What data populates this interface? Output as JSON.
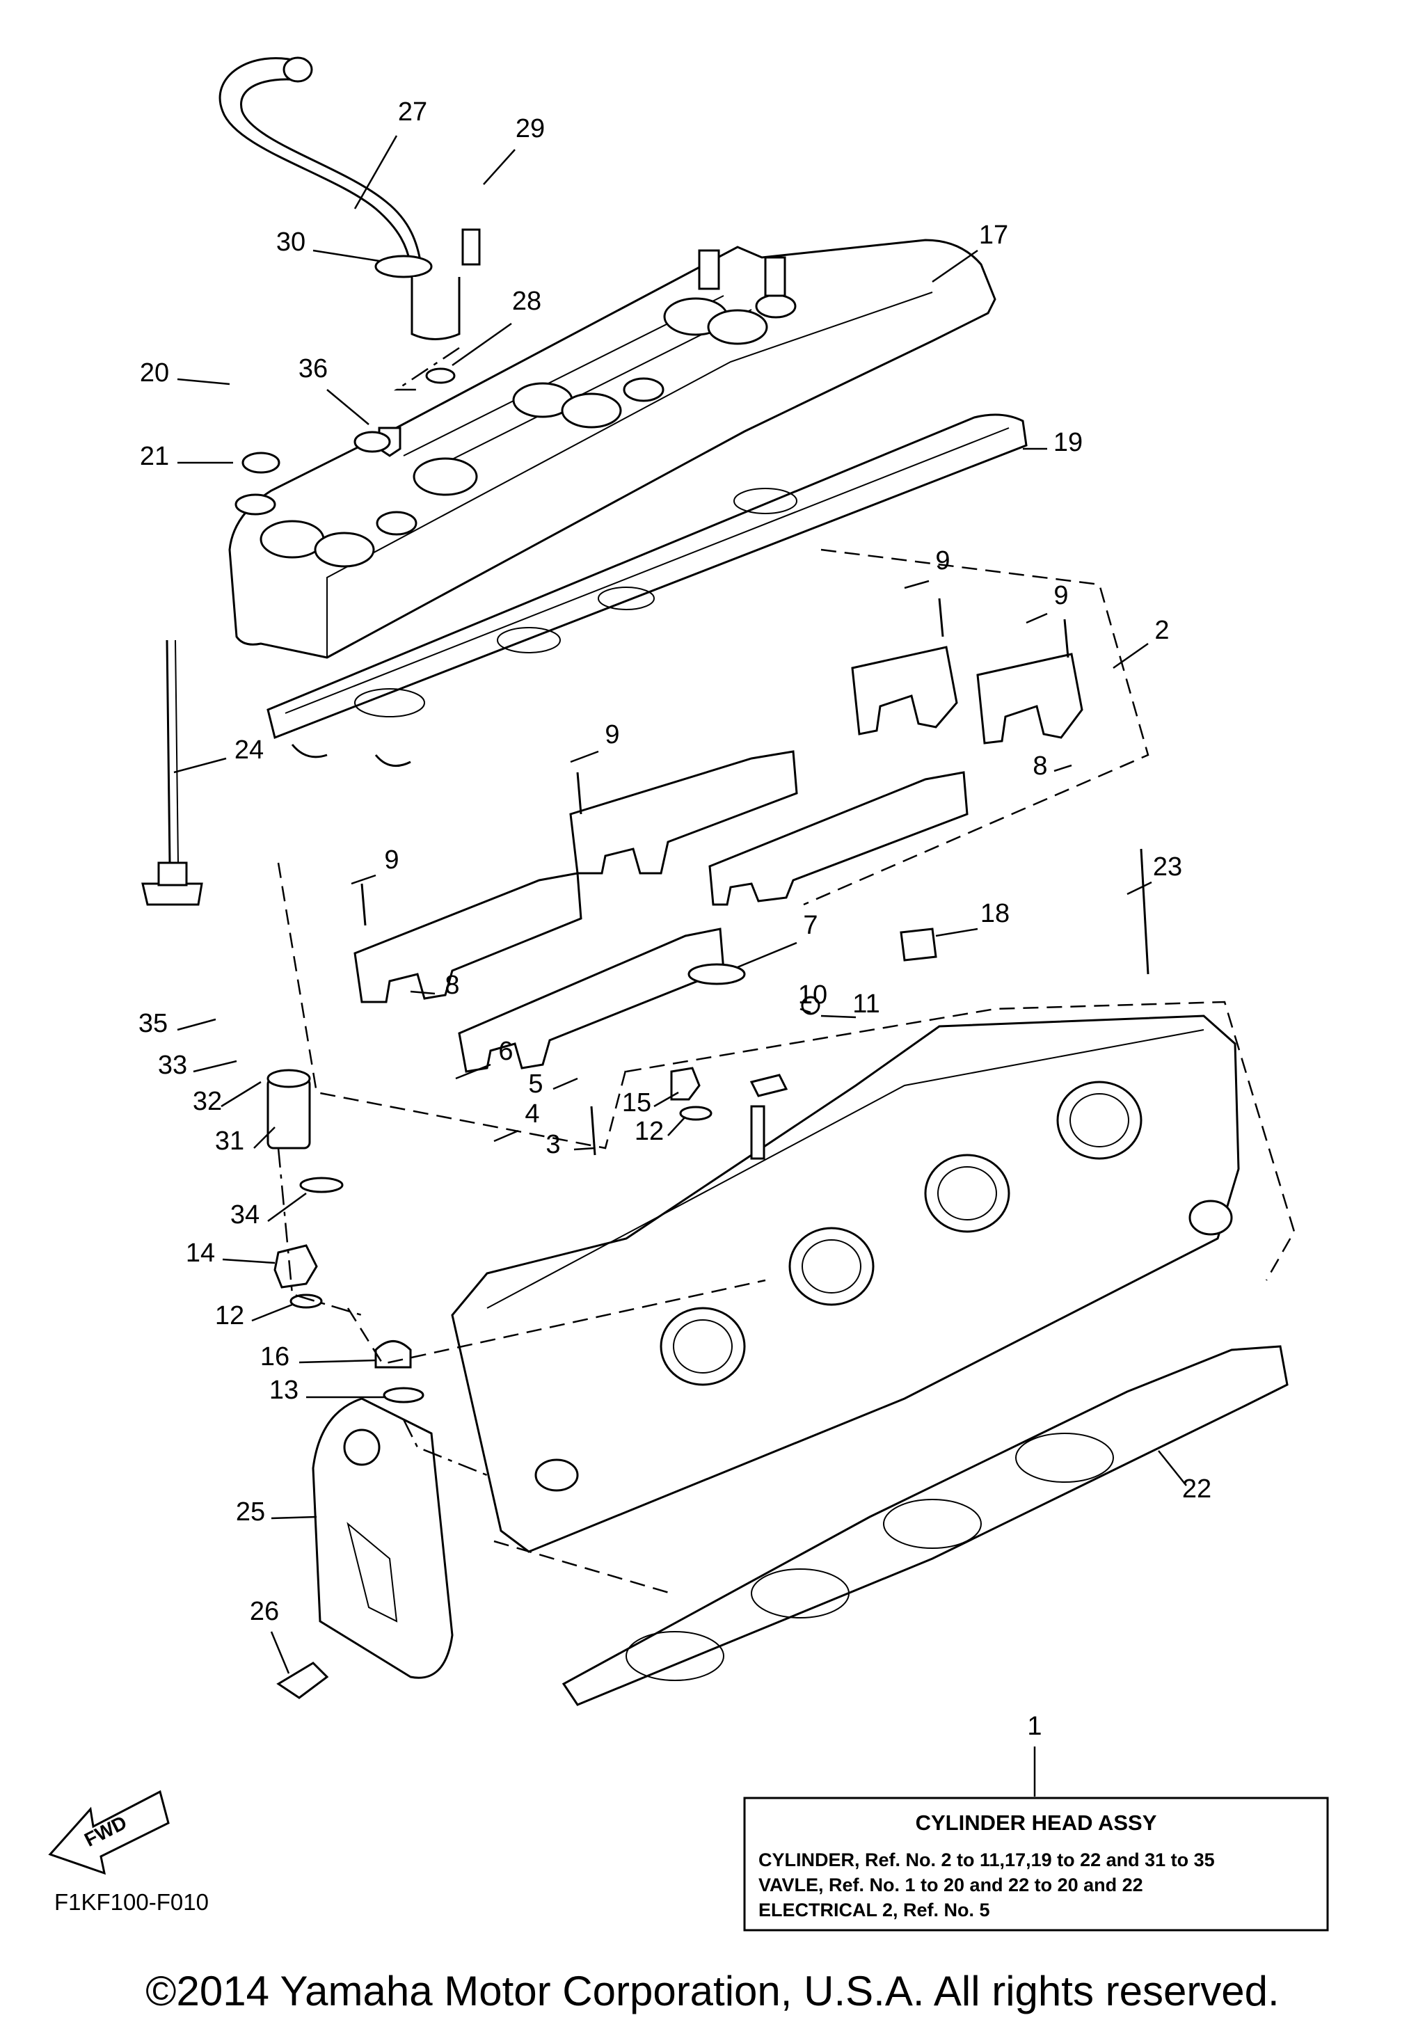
{
  "callouts": [
    {
      "label": "27"
    },
    {
      "label": "29"
    },
    {
      "label": "30"
    },
    {
      "label": "17"
    },
    {
      "label": "28"
    },
    {
      "label": "20"
    },
    {
      "label": "36"
    },
    {
      "label": "21"
    },
    {
      "label": "19"
    },
    {
      "label": "9"
    },
    {
      "label": "9"
    },
    {
      "label": "2"
    },
    {
      "label": "24"
    },
    {
      "label": "9"
    },
    {
      "label": "8"
    },
    {
      "label": "9"
    },
    {
      "label": "23"
    },
    {
      "label": "18"
    },
    {
      "label": "7"
    },
    {
      "label": "10"
    },
    {
      "label": "11"
    },
    {
      "label": "35"
    },
    {
      "label": "8"
    },
    {
      "label": "33"
    },
    {
      "label": "6"
    },
    {
      "label": "32"
    },
    {
      "label": "5"
    },
    {
      "label": "15"
    },
    {
      "label": "4"
    },
    {
      "label": "31"
    },
    {
      "label": "3"
    },
    {
      "label": "12"
    },
    {
      "label": "34"
    },
    {
      "label": "14"
    },
    {
      "label": "12"
    },
    {
      "label": "16"
    },
    {
      "label": "13"
    },
    {
      "label": "22"
    },
    {
      "label": "25"
    },
    {
      "label": "26"
    },
    {
      "label": "1"
    }
  ],
  "info_box": {
    "title": "CYLINDER HEAD ASSY",
    "lines": [
      "CYLINDER, Ref. No. 2 to 11,17,19 to 22 and 31 to 35",
      "VAVLE, Ref. No. 1 to 20 and 22  to 20 and 22",
      "ELECTRICAL 2, Ref. No. 5"
    ]
  },
  "fwd_arrow_label": "FWD",
  "diagram_code": "F1KF100-F010",
  "copyright": "©2014 Yamaha Motor Corporation, U.S.A. All rights reserved."
}
